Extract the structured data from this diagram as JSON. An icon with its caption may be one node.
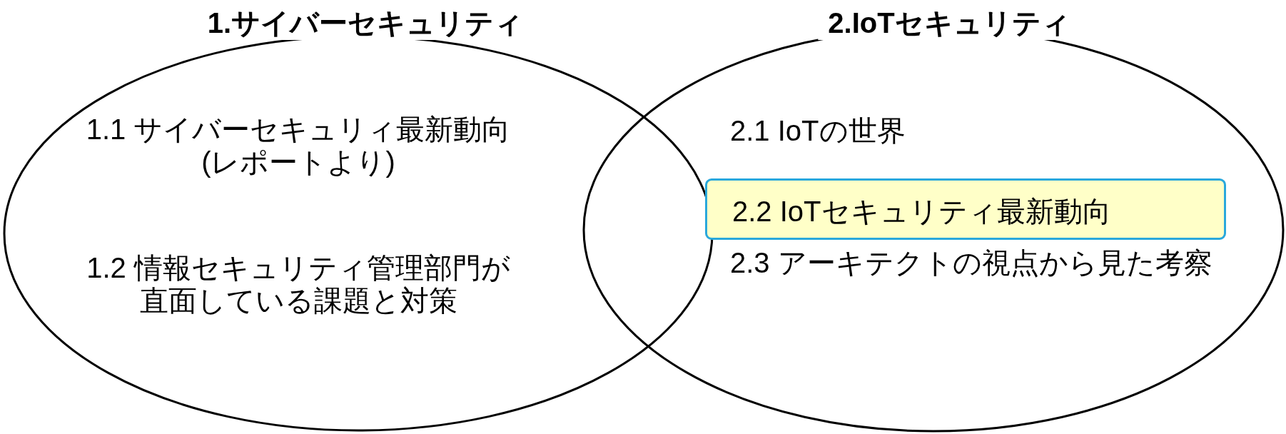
{
  "diagram": {
    "nodes": [
      {
        "text": [
          "1.サイバーセキュリティ",
          "1.1 サイバーセキュリィ最新動向 (レポートより)",
          "1.2 情報セキュリティ管理部門が直面している課題と対策"
        ]
      },
      {
        "text": [
          "2.IoTセキュリティ",
          "2.1 IoTの世界",
          "2.3 アーキテクトの視点から見た考察"
        ]
      },
      {
        "text": [
          "2.2 IoTセキュリティ最新動向"
        ],
        "in": 1
      }
    ]
  }
}
